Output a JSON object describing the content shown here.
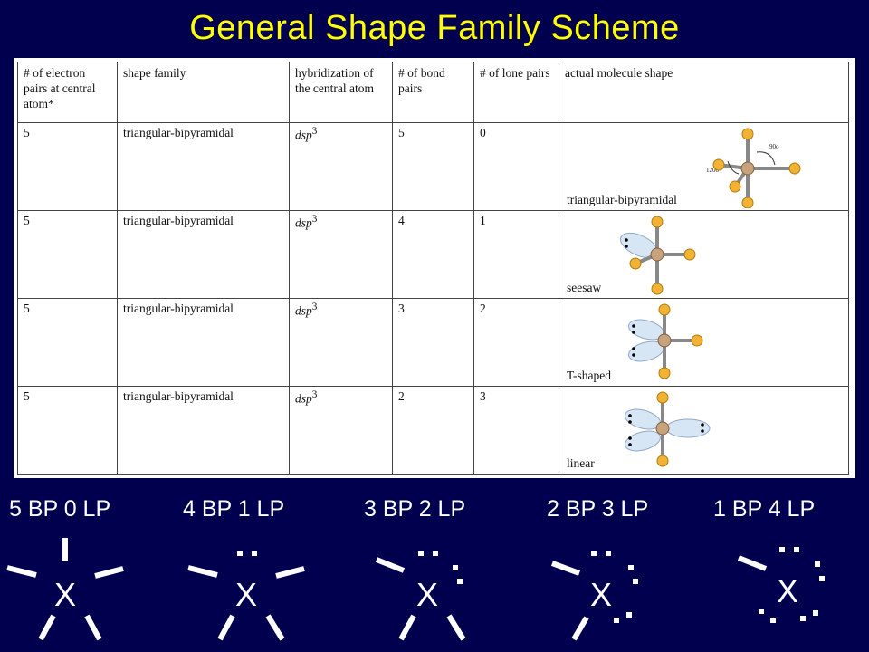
{
  "title": "General Shape Family Scheme",
  "table": {
    "headers": [
      "# of electron pairs at central atom*",
      "shape family",
      "hybridization of the central atom",
      "# of bond pairs",
      "# of lone pairs",
      "actual molecule shape"
    ],
    "rows": [
      {
        "pairs": "5",
        "family": "triangular-bipyramidal",
        "hyb": "dsp",
        "hyb_sup": "3",
        "bond": "5",
        "lone": "0",
        "shape": "triangular-bipyramidal",
        "angle_a": "90o",
        "angle_b": "120o"
      },
      {
        "pairs": "5",
        "family": "triangular-bipyramidal",
        "hyb": "dsp",
        "hyb_sup": "3",
        "bond": "4",
        "lone": "1",
        "shape": "seesaw"
      },
      {
        "pairs": "5",
        "family": "triangular-bipyramidal",
        "hyb": "dsp",
        "hyb_sup": "3",
        "bond": "3",
        "lone": "2",
        "shape": "T-shaped"
      },
      {
        "pairs": "5",
        "family": "triangular-bipyramidal",
        "hyb": "dsp",
        "hyb_sup": "3",
        "bond": "2",
        "lone": "3",
        "shape": "linear"
      }
    ]
  },
  "diagrams": [
    {
      "label": "5 BP 0 LP",
      "atom": "X"
    },
    {
      "label": "4 BP 1 LP",
      "atom": "X"
    },
    {
      "label": "3 BP 2 LP",
      "atom": "X"
    },
    {
      "label": "2 BP 3 LP",
      "atom": "X"
    },
    {
      "label": "1 BP 4 LP",
      "atom": "X"
    }
  ],
  "colors": {
    "background": "#00004e",
    "title": "#ffff00",
    "bond_atom": "#f2b233",
    "central_atom": "#c8a27a",
    "lobe": "#d7e6f5"
  }
}
